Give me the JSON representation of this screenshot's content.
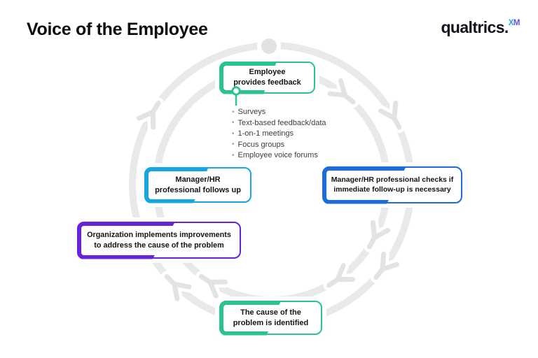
{
  "page": {
    "title": "Voice of the Employee"
  },
  "logo": {
    "wordmark": "qualtrics.",
    "xm_x": "X",
    "xm_m": "M"
  },
  "colors": {
    "teal": "#2bc191",
    "blue": "#1c6ed6",
    "cyan": "#18a6e3",
    "purple": "#6a22d9",
    "ring": "#e9e9e9"
  },
  "cycle": {
    "nodes": [
      {
        "id": "employee-feedback",
        "label": "Employee\nprovides feedback",
        "color": "teal"
      },
      {
        "id": "manager-checks",
        "label": "Manager/HR professional checks if\nimmediate follow-up is necessary",
        "color": "blue"
      },
      {
        "id": "cause-identified",
        "label": "The cause of the\nproblem is identified",
        "color": "teal"
      },
      {
        "id": "organization-implements",
        "label": "Organization implements improvements\nto address the cause of the problem",
        "color": "purple"
      },
      {
        "id": "manager-follows-up",
        "label": "Manager/HR\nprofessional follows up",
        "color": "cyan"
      }
    ],
    "feedback_channels": [
      "Surveys",
      "Text-based feedback/data",
      "1-on-1 meetings",
      "Focus groups",
      "Employee voice forums"
    ]
  }
}
